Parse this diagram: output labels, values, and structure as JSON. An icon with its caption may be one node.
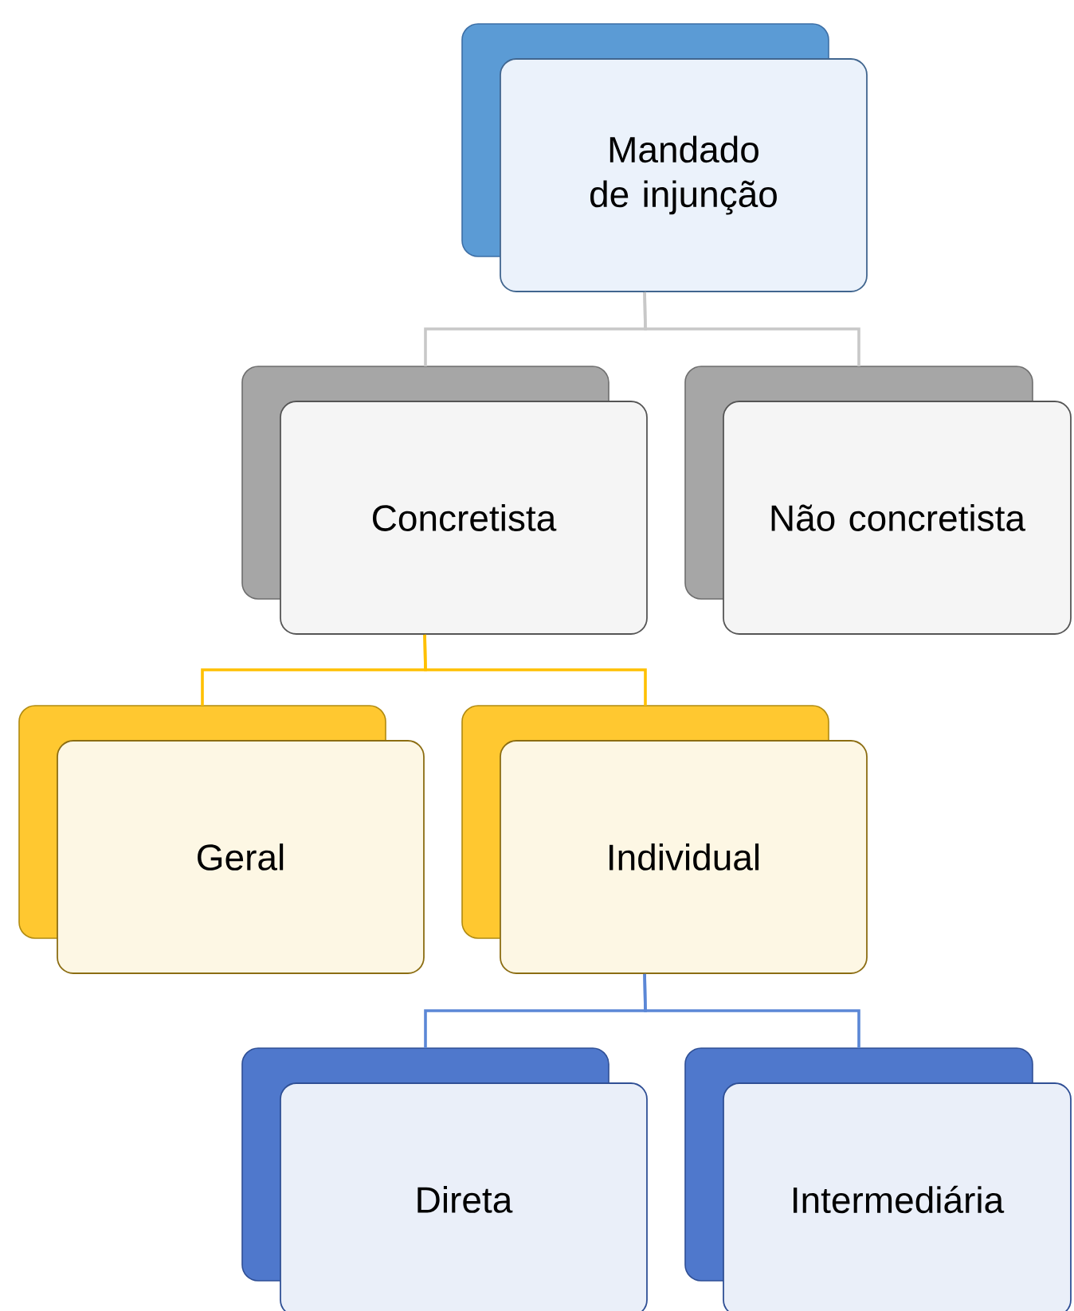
{
  "diagram": {
    "nodes": [
      {
        "text": [
          "Mandado de injunção"
        ]
      },
      {
        "text": [
          "Concretista"
        ]
      },
      {
        "text": [
          "Não concretista"
        ]
      },
      {
        "text": [
          "Geral"
        ]
      },
      {
        "text": [
          "Individual"
        ]
      },
      {
        "text": [
          "Direta"
        ]
      },
      {
        "text": [
          "Intermediária"
        ]
      }
    ],
    "edges": [
      {
        "from": 0,
        "to": 1,
        "arrow": "none",
        "color": "#c8c8c8"
      },
      {
        "from": 0,
        "to": 2,
        "arrow": "none",
        "color": "#c8c8c8"
      },
      {
        "from": 1,
        "to": 3,
        "arrow": "none",
        "color": "#ffc000"
      },
      {
        "from": 1,
        "to": 4,
        "arrow": "none",
        "color": "#ffc000"
      },
      {
        "from": 4,
        "to": 5,
        "arrow": "none",
        "color": "#5b87d6"
      },
      {
        "from": 4,
        "to": 6,
        "arrow": "none",
        "color": "#5b87d6"
      }
    ]
  }
}
